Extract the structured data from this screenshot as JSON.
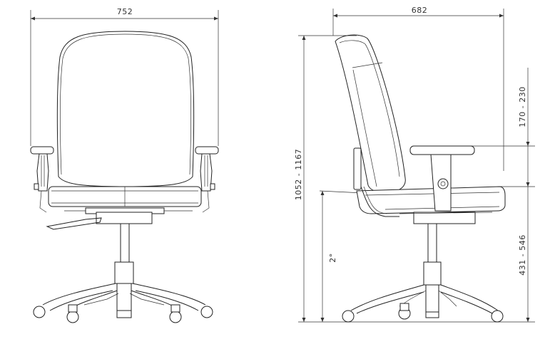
{
  "front_view": {
    "width_label": "752"
  },
  "side_view": {
    "depth_label": "682",
    "total_height_label": "1052 - 1167",
    "armrest_height_label": "170 - 230",
    "seat_height_label": "431 - 546",
    "angle_label": "2°"
  },
  "colors": {
    "line": "#222222",
    "background": "#ffffff"
  }
}
